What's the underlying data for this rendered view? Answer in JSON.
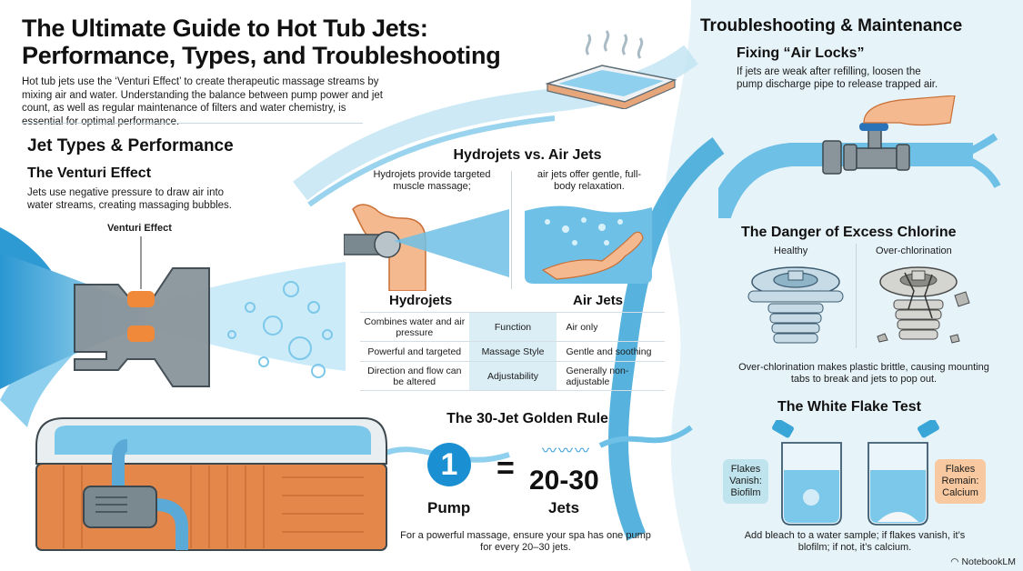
{
  "header": {
    "title_line1": "The Ultimate Guide to Hot Tub Jets:",
    "title_line2": "Performance, Types, and Troubleshooting",
    "intro": "Hot tub jets use the ‘Venturi Effect’ to create therapeutic massage streams by mixing air and water. Understanding the balance between pump power and jet count, as well as regular maintenance of filters and water chemistry, is essential for optimal performance."
  },
  "jet_types": {
    "heading": "Jet Types & Performance",
    "venturi": {
      "title": "The Venturi Effect",
      "text": "Jets use negative pressure to draw air into water streams, creating massaging bubbles.",
      "diagram_label": "Venturi Effect"
    }
  },
  "hydro_vs_air": {
    "title": "Hydrojets vs. Air Jets",
    "left_caption": "Hydrojets provide targeted muscle massage;",
    "right_caption": "air jets offer gentle, full-body relaxation.",
    "col_left": "Hydrojets",
    "col_right": "Air Jets",
    "rows": [
      {
        "left": "Combines water and air pressure",
        "mid": "Function",
        "right": "Air only"
      },
      {
        "left": "Powerful and targeted",
        "mid": "Massage Style",
        "right": "Gentle and soothing"
      },
      {
        "left": "Direction and flow can be altered",
        "mid": "Adjustability",
        "right": "Generally non-adjustable"
      }
    ]
  },
  "golden_rule": {
    "title": "The 30-Jet Golden Rule",
    "pump_number": "1",
    "pump_label": "Pump",
    "equals": "=",
    "jets_number": "20-30",
    "jets_label": "Jets",
    "text": "For a powerful massage, ensure your spa has one pump for every 20–30 jets."
  },
  "troubleshooting": {
    "heading": "Troubleshooting & Maintenance",
    "air_locks": {
      "title": "Fixing “Air Locks”",
      "text": "If jets are weak after refilling, loosen the pump discharge pipe to release trapped air."
    },
    "chlorine": {
      "title": "The Danger of Excess Chlorine",
      "healthy_label": "Healthy",
      "over_label": "Over-chlorination",
      "text": "Over-chlorination makes plastic brittle, causing mounting tabs to break and jets to pop out."
    },
    "flake_test": {
      "title": "The White Flake Test",
      "left_badge": "Flakes Vanish: Biofilm",
      "right_badge": "Flakes Remain: Calcium",
      "text": "Add bleach to a water sample; if flakes vanish, it’s blofilm; if not, it’s calcium."
    }
  },
  "branding": {
    "label": "NotebookLM"
  },
  "colors": {
    "water": "#3aa6d8",
    "water_light": "#9fd6ee",
    "accent_blue": "#1a8fd1",
    "wood": "#e3874a",
    "right_bg": "#e4f2f8",
    "badge_blue": "#bfe4ee",
    "badge_orange": "#f8c9a0"
  }
}
